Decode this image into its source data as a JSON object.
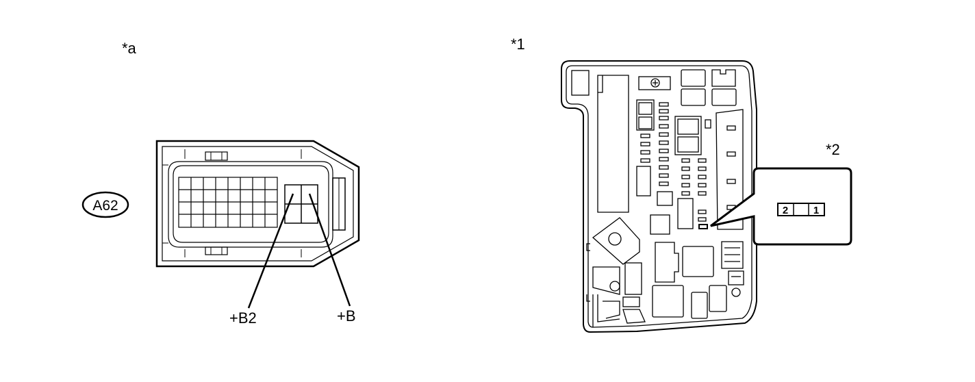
{
  "left_panel": {
    "label": "*a",
    "connector_code": "A62",
    "pin_labels": [
      "+B2",
      "+B"
    ]
  },
  "right_panel": {
    "label": "*1",
    "callout_label": "*2",
    "callout_pins": [
      "2",
      "1"
    ]
  }
}
